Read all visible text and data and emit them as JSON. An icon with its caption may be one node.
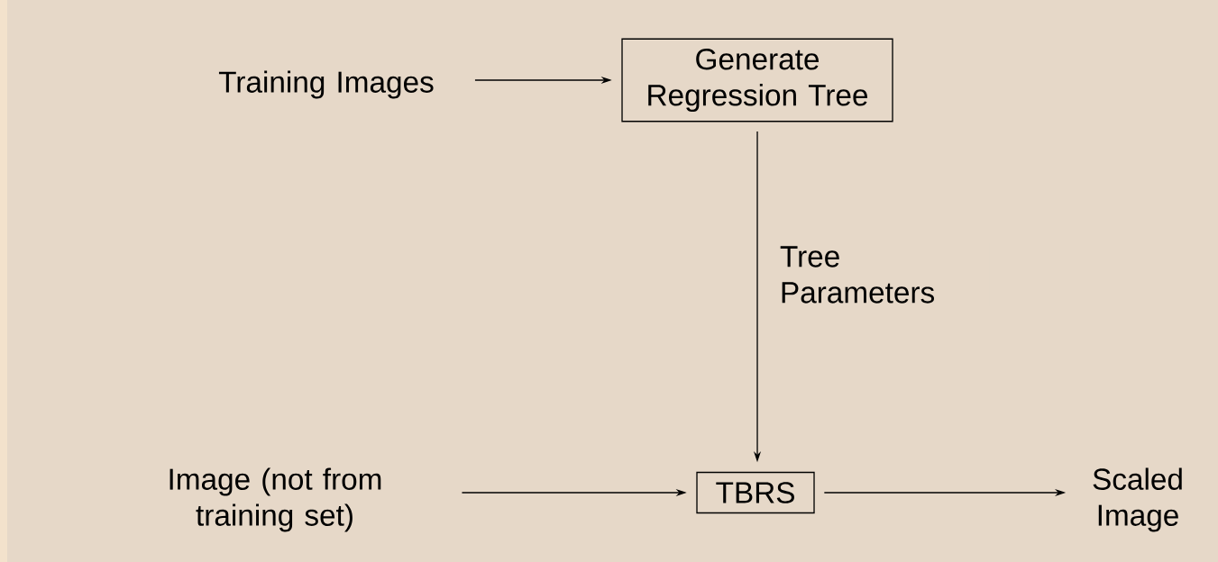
{
  "diagram": {
    "nodes": [
      {
        "text": [
          "Training Images"
        ]
      },
      {
        "text": [
          "Generate Regression Tree"
        ]
      },
      {
        "text": [
          "Image (not from training set)"
        ]
      },
      {
        "text": [
          "TBRS"
        ]
      },
      {
        "text": [
          "Scaled Image"
        ]
      }
    ],
    "edges": [
      {
        "from": 0,
        "to": 1,
        "arrow": "to"
      },
      {
        "from": 1,
        "to": 3,
        "arrow": "to",
        "label": "Tree Parameters"
      },
      {
        "from": 2,
        "to": 3,
        "arrow": "to"
      },
      {
        "from": 3,
        "to": 4,
        "arrow": "to"
      }
    ]
  }
}
